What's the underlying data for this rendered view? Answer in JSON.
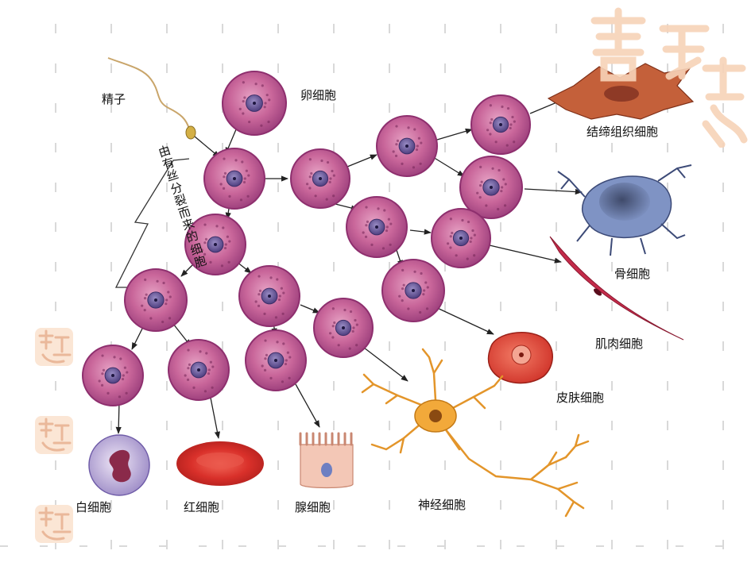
{
  "labels": {
    "sperm": "精子",
    "egg": "卵细胞",
    "connective": "结缔组织细胞",
    "bone": "骨细胞",
    "muscle": "肌肉细胞",
    "skin": "皮肤细胞",
    "nerve": "神经细胞",
    "gland": "腺细胞",
    "red_blood": "红细胞",
    "white_blood": "白细胞",
    "bracket": [
      "由",
      "有",
      "丝",
      "分",
      "裂",
      "而",
      "来",
      "的",
      "细",
      "胞"
    ]
  },
  "watermark": {
    "text": "吉祥意",
    "color": "#f7d3b8"
  },
  "colors": {
    "cell_fill": "#c9669a",
    "cell_edge": "#8e2f6e",
    "nucleus": "#5a4a8a",
    "arrow": "#222222",
    "red_blood": "#d9302a",
    "nerve": "#f2a93a",
    "muscle": "#c42b4a",
    "bone": "#6d7fae",
    "connective": "#c4603a",
    "skin": "#e2463a",
    "gland": "#f3c7b6",
    "white_blood": "#b9a8d6"
  }
}
